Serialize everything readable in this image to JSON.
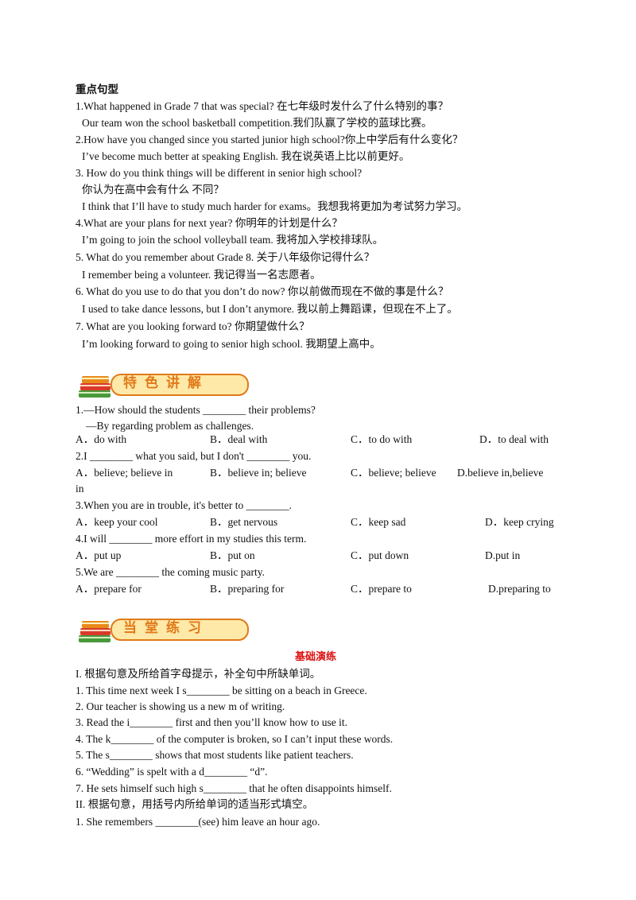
{
  "key_sentences": {
    "heading": "重点句型",
    "lines": [
      "1.What happened in Grade 7 that was special?  在七年级时发什么了什么特别的事？",
      "Our team won the school basketball competition.我们队赢了学校的蓝球比赛。",
      "2.How have you changed  since you started junior high school?你上中学后有什么变化？",
      "I’ve become much better at speaking English.  我在说英语上比以前更好。",
      "3. How do you think things will be different in senior high school?",
      "你认为在高中会有什么  不同？",
      "I think that I’ll have to study much harder for exams。我想我将更加为考试努力学习。",
      "4.What are your plans for next year?  你明年的计划是什么？",
      "I’m going to join the school volleyball team.  我将加入学校排球队。",
      "5. What do you remember about Grade 8.  关于八年级你记得什么？",
      "I remember being a volunteer.  我记得当一名志愿者。",
      "6. What do you use to do that you don’t do now?  你以前做而现在不做的事是什么？",
      "I used to take dance lessons, but I don’t anymore.  我以前上舞蹈课，但现在不上了。",
      "7.  What are you looking forward to?  你期望做什么？",
      "I’m looking forward to going to senior high school.  我期望上高中。"
    ]
  },
  "banner1": {
    "text": "特色讲解",
    "icon": "books-icon"
  },
  "explanations": {
    "q1_stem": "1.—How should the students ________ their problems?",
    "q1_stem2": "—By regarding problem as challenges.",
    "q1_opts": [
      "A．do with",
      "B．deal with",
      "C．to do with",
      "D．to deal with"
    ],
    "q2_stem": "2.I ________ what you said, but I don't ________ you.",
    "q2_opts": [
      "A．believe; believe in",
      "B．believe in; believe",
      "C．believe; believe",
      "D.believe      in,believe"
    ],
    "q2_wrap": "in",
    "q3_stem": "3.When you are in trouble, it's better to ________.",
    "q3_opts": [
      "A．keep your cool",
      "B．get nervous",
      "C．keep sad",
      "D．keep crying"
    ],
    "q4_stem": "4.I will ________ more effort in my studies this term.",
    "q4_opts": [
      "A．put up",
      "B．put on",
      "C．put down",
      "D.put in"
    ],
    "q5_stem": "5.We are ________ the coming music party.",
    "q5_opts": [
      "A．prepare for",
      "B．preparing for",
      "C．prepare to",
      "D.preparing to"
    ]
  },
  "banner2": {
    "text": "当堂练习",
    "icon": "books-icon"
  },
  "practice": {
    "title": "基础演练",
    "section1": "I.  根据句意及所给首字母提示，补全句中所缺单词。",
    "items": [
      "1. This time next week  I  s________ be sitting on a beach in Greece.",
      "2. Our teacher is showing us a new m              of writing.",
      "3. Read the  i________ first and then you’ll know how to use it.",
      "4. The  k________ of the computer is broken, so I can’t input these words.",
      "5. The  s________ shows that most students like patient teachers.",
      "6. “Wedding” is spelt with a  d________ “d”.",
      "7. He sets himself such high  s________ that he often disappoints himself."
    ],
    "section2": "II.  根据句意，用括号内所给单词的适当形式填空。",
    "items2": [
      "1. She remembers ________(see) him leave an hour ago."
    ]
  }
}
